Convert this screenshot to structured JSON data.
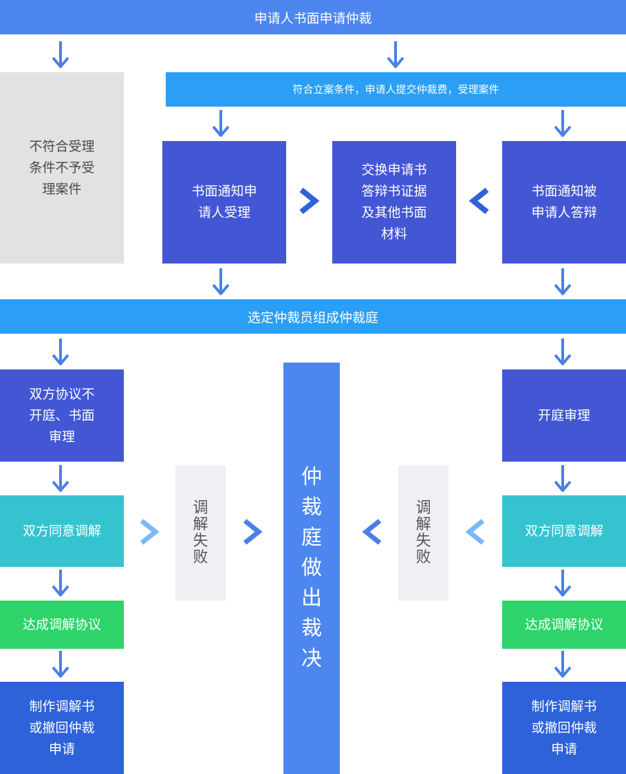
{
  "colors": {
    "top_bar": "#4d86ee",
    "sky_bar": "#2a9ff5",
    "indigo": "#4356d4",
    "royal": "#2e62d8",
    "teal": "#36c3d0",
    "green": "#2ed36a",
    "arrow": "#4a7fe6",
    "light_arrow": "#7ab8f5"
  },
  "top_bar": "申请人书面申请仲裁",
  "accept_bar": "符合立案条件，申请人提交仲裁费，受理案件",
  "reject_box": [
    "不符合受理",
    "条件不予受",
    "理案件"
  ],
  "notify_applicant": [
    "书面通知申",
    "请人受理"
  ],
  "exchange_docs": [
    "交换申请书",
    "答辩书证据",
    "及其他书面",
    "材料"
  ],
  "notify_respondent": [
    "书面通知被",
    "申请人答辩"
  ],
  "select_bar": "选定仲裁员组成仲裁庭",
  "left": {
    "written_review": [
      "双方协议不",
      "开庭、书面",
      "审理"
    ],
    "agree_mediation": "双方同意调解",
    "reach_agreement": "达成调解协议",
    "make_document": [
      "制作调解书",
      "或撤回仲裁",
      "申请"
    ]
  },
  "right": {
    "court_hearing": "开庭审理",
    "agree_mediation": "双方同意调解",
    "reach_agreement": "达成调解协议",
    "make_document": [
      "制作调解书",
      "或撤回仲裁",
      "申请"
    ]
  },
  "mediation_fail_left": [
    "调",
    "解",
    "失",
    "败"
  ],
  "mediation_fail_right": [
    "调",
    "解",
    "失",
    "败"
  ],
  "award": [
    "仲",
    "裁",
    "庭",
    "做",
    "出",
    "裁",
    "决"
  ]
}
